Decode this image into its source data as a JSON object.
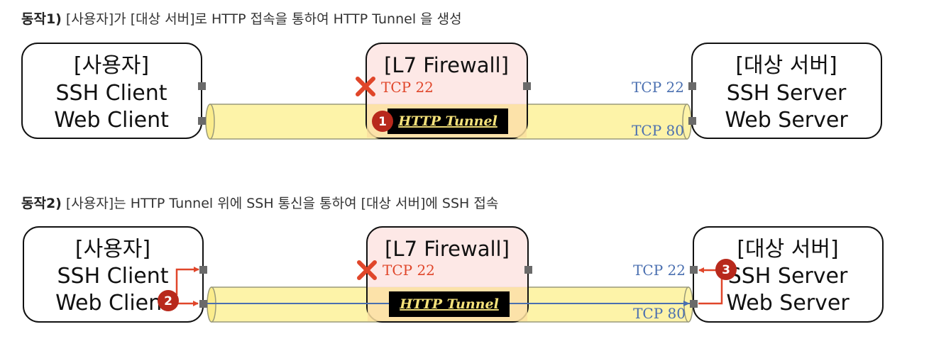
{
  "section1": {
    "caption_bold": "동작1)",
    "caption_text": " [사용자]가 [대상 서버]로 HTTP 접속을 통하여 HTTP Tunnel 을 생성",
    "user_box": [
      "[사용자]",
      "SSH Client",
      "Web Client"
    ],
    "firewall_box": "[L7 Firewall]",
    "server_box": [
      "[대상 서버]",
      "SSH Server",
      "Web Server"
    ],
    "blocked_port": "TCP 22",
    "server_port_ssh": "TCP 22",
    "server_port_web": "TCP 80",
    "tunnel_label": "HTTP Tunnel",
    "step_badge": "1"
  },
  "section2": {
    "caption_bold": "동작2)",
    "caption_text": " [사용자]는 HTTP Tunnel 위에 SSH 통신을 통하여 [대상 서버]에 SSH 접속",
    "user_box": [
      "[사용자]",
      "SSH Client",
      "Web Client"
    ],
    "firewall_box": "[L7 Firewall]",
    "server_box": [
      "[대상 서버]",
      "SSH Server",
      "Web Server"
    ],
    "blocked_port": "TCP 22",
    "server_port_ssh": "TCP 22",
    "server_port_web": "TCP 80",
    "tunnel_label": "HTTP Tunnel",
    "step_badge_client": "2",
    "step_badge_server": "3"
  },
  "colors": {
    "blocked": "#e0462a",
    "port_blue": "#4a6fb0",
    "tunnel_fill": "#fdf3a8",
    "firewall_fill": "#fde6e3",
    "badge": "#b8291c",
    "arrow_blue": "#4a6fb0"
  }
}
